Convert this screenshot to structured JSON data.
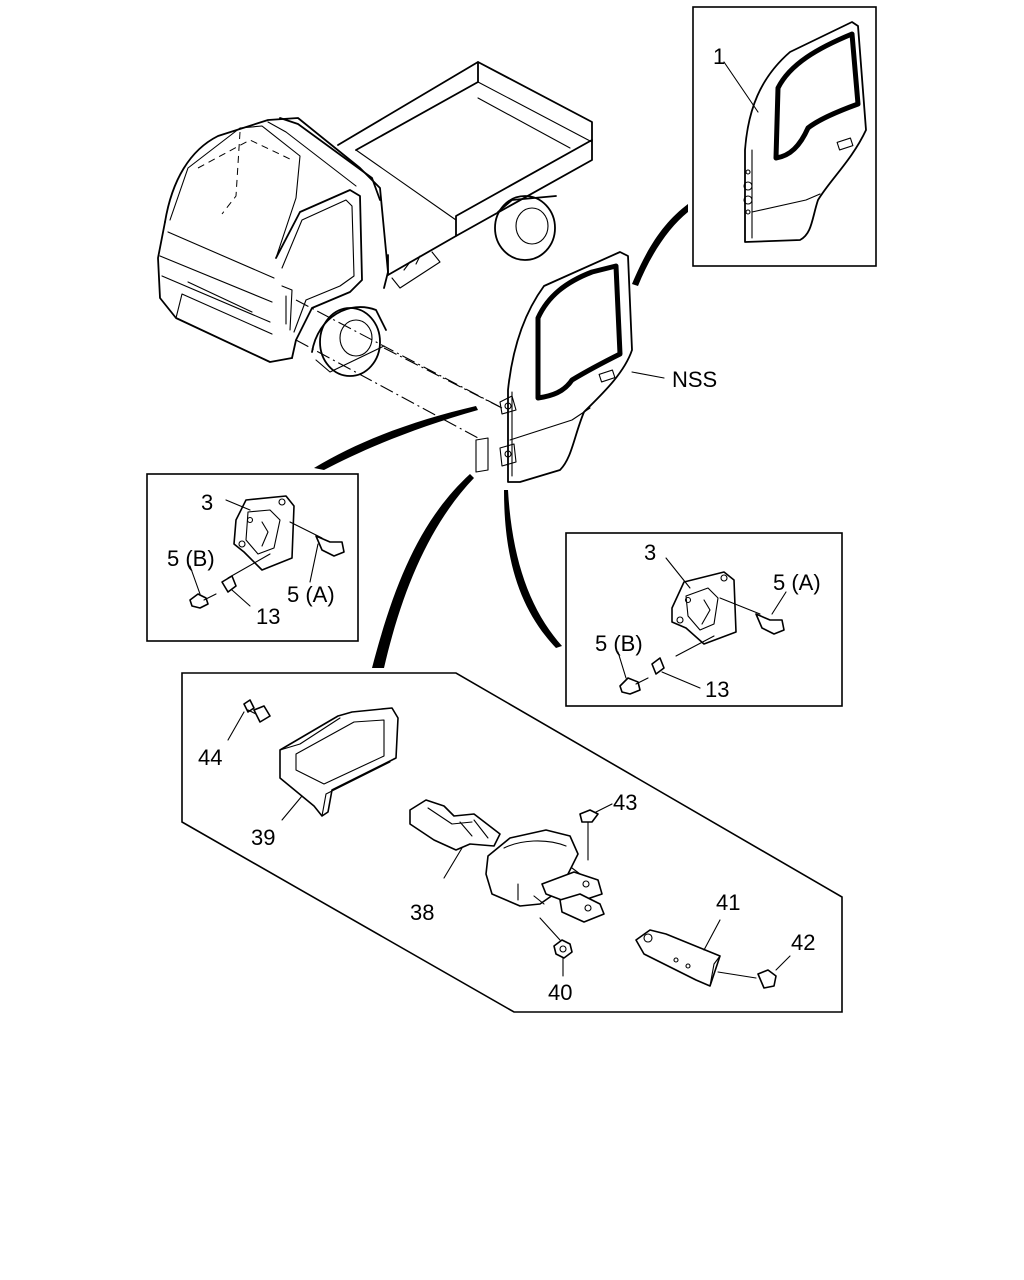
{
  "labels": {
    "door_panel": "1",
    "nss": "NSS",
    "upper_hinge": "3",
    "upper_bolt_b": "5 (B)",
    "upper_bolt_a": "5 (A)",
    "upper_stopper": "13",
    "lower_hinge": "3",
    "lower_bolt_a": "5 (A)",
    "lower_bolt_b": "5 (B)",
    "lower_stopper": "13",
    "clip": "44",
    "cover": "39",
    "check_link": "38",
    "pin": "43",
    "nut": "40",
    "bracket": "41",
    "bracket_bolt": "42"
  }
}
